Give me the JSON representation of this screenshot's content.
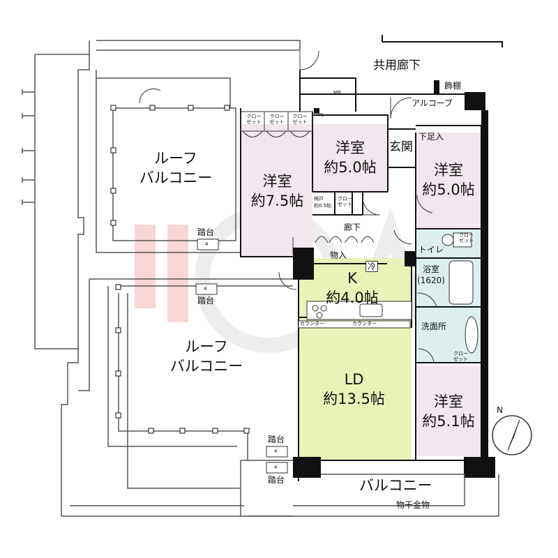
{
  "rooms": {
    "western_75": {
      "name": "洋室",
      "size": "約7.5帖"
    },
    "western_50_top": {
      "name": "洋室",
      "size": "約5.0帖"
    },
    "western_50_right": {
      "name": "洋室",
      "size": "約5.0帖"
    },
    "western_51": {
      "name": "洋室",
      "size": "約5.1帖"
    },
    "kitchen": {
      "name": "K",
      "size": "約4.0帖"
    },
    "ld": {
      "name": "LD",
      "size": "約13.5帖"
    },
    "bath": {
      "name": "浴室",
      "size": "(1620)"
    },
    "washroom": {
      "name": "洗面所"
    },
    "toilet": {
      "name": "トイレ"
    },
    "entrance": {
      "name": "玄関"
    },
    "corridor": {
      "name": "廊下"
    },
    "storeroom": {
      "name": "納戸",
      "size": "約0.5帖"
    }
  },
  "outdoor": {
    "common_corridor": "共用廊下",
    "display_shelf": "飾棚",
    "alcove": "アルコーブ",
    "roof_balcony_top": {
      "line1": "ルーフ",
      "line2": "バルコニー"
    },
    "roof_balcony_bottom": {
      "line1": "ルーフ",
      "line2": "バルコニー"
    },
    "balcony": "バルコニー",
    "drying_hardware": "物干金物",
    "step": "踏台",
    "step_mark": "4"
  },
  "fixtures": {
    "closet": "クローゼット",
    "closet_split": [
      "クロー",
      "ゼット"
    ],
    "shoe_box": "下足入",
    "storage": "物入",
    "counter": "カウンター",
    "mb": "MB",
    "ps": "PS",
    "fridge_mark": "冷"
  },
  "compass": {
    "north": "N"
  },
  "colors": {
    "wall": "#111111",
    "western_room_fill": "#f2e7ee",
    "kitchen_ld_fill": "#eaf2b8",
    "wet_area_fill": "#dcefee",
    "watermark": "#e8a8a8"
  }
}
